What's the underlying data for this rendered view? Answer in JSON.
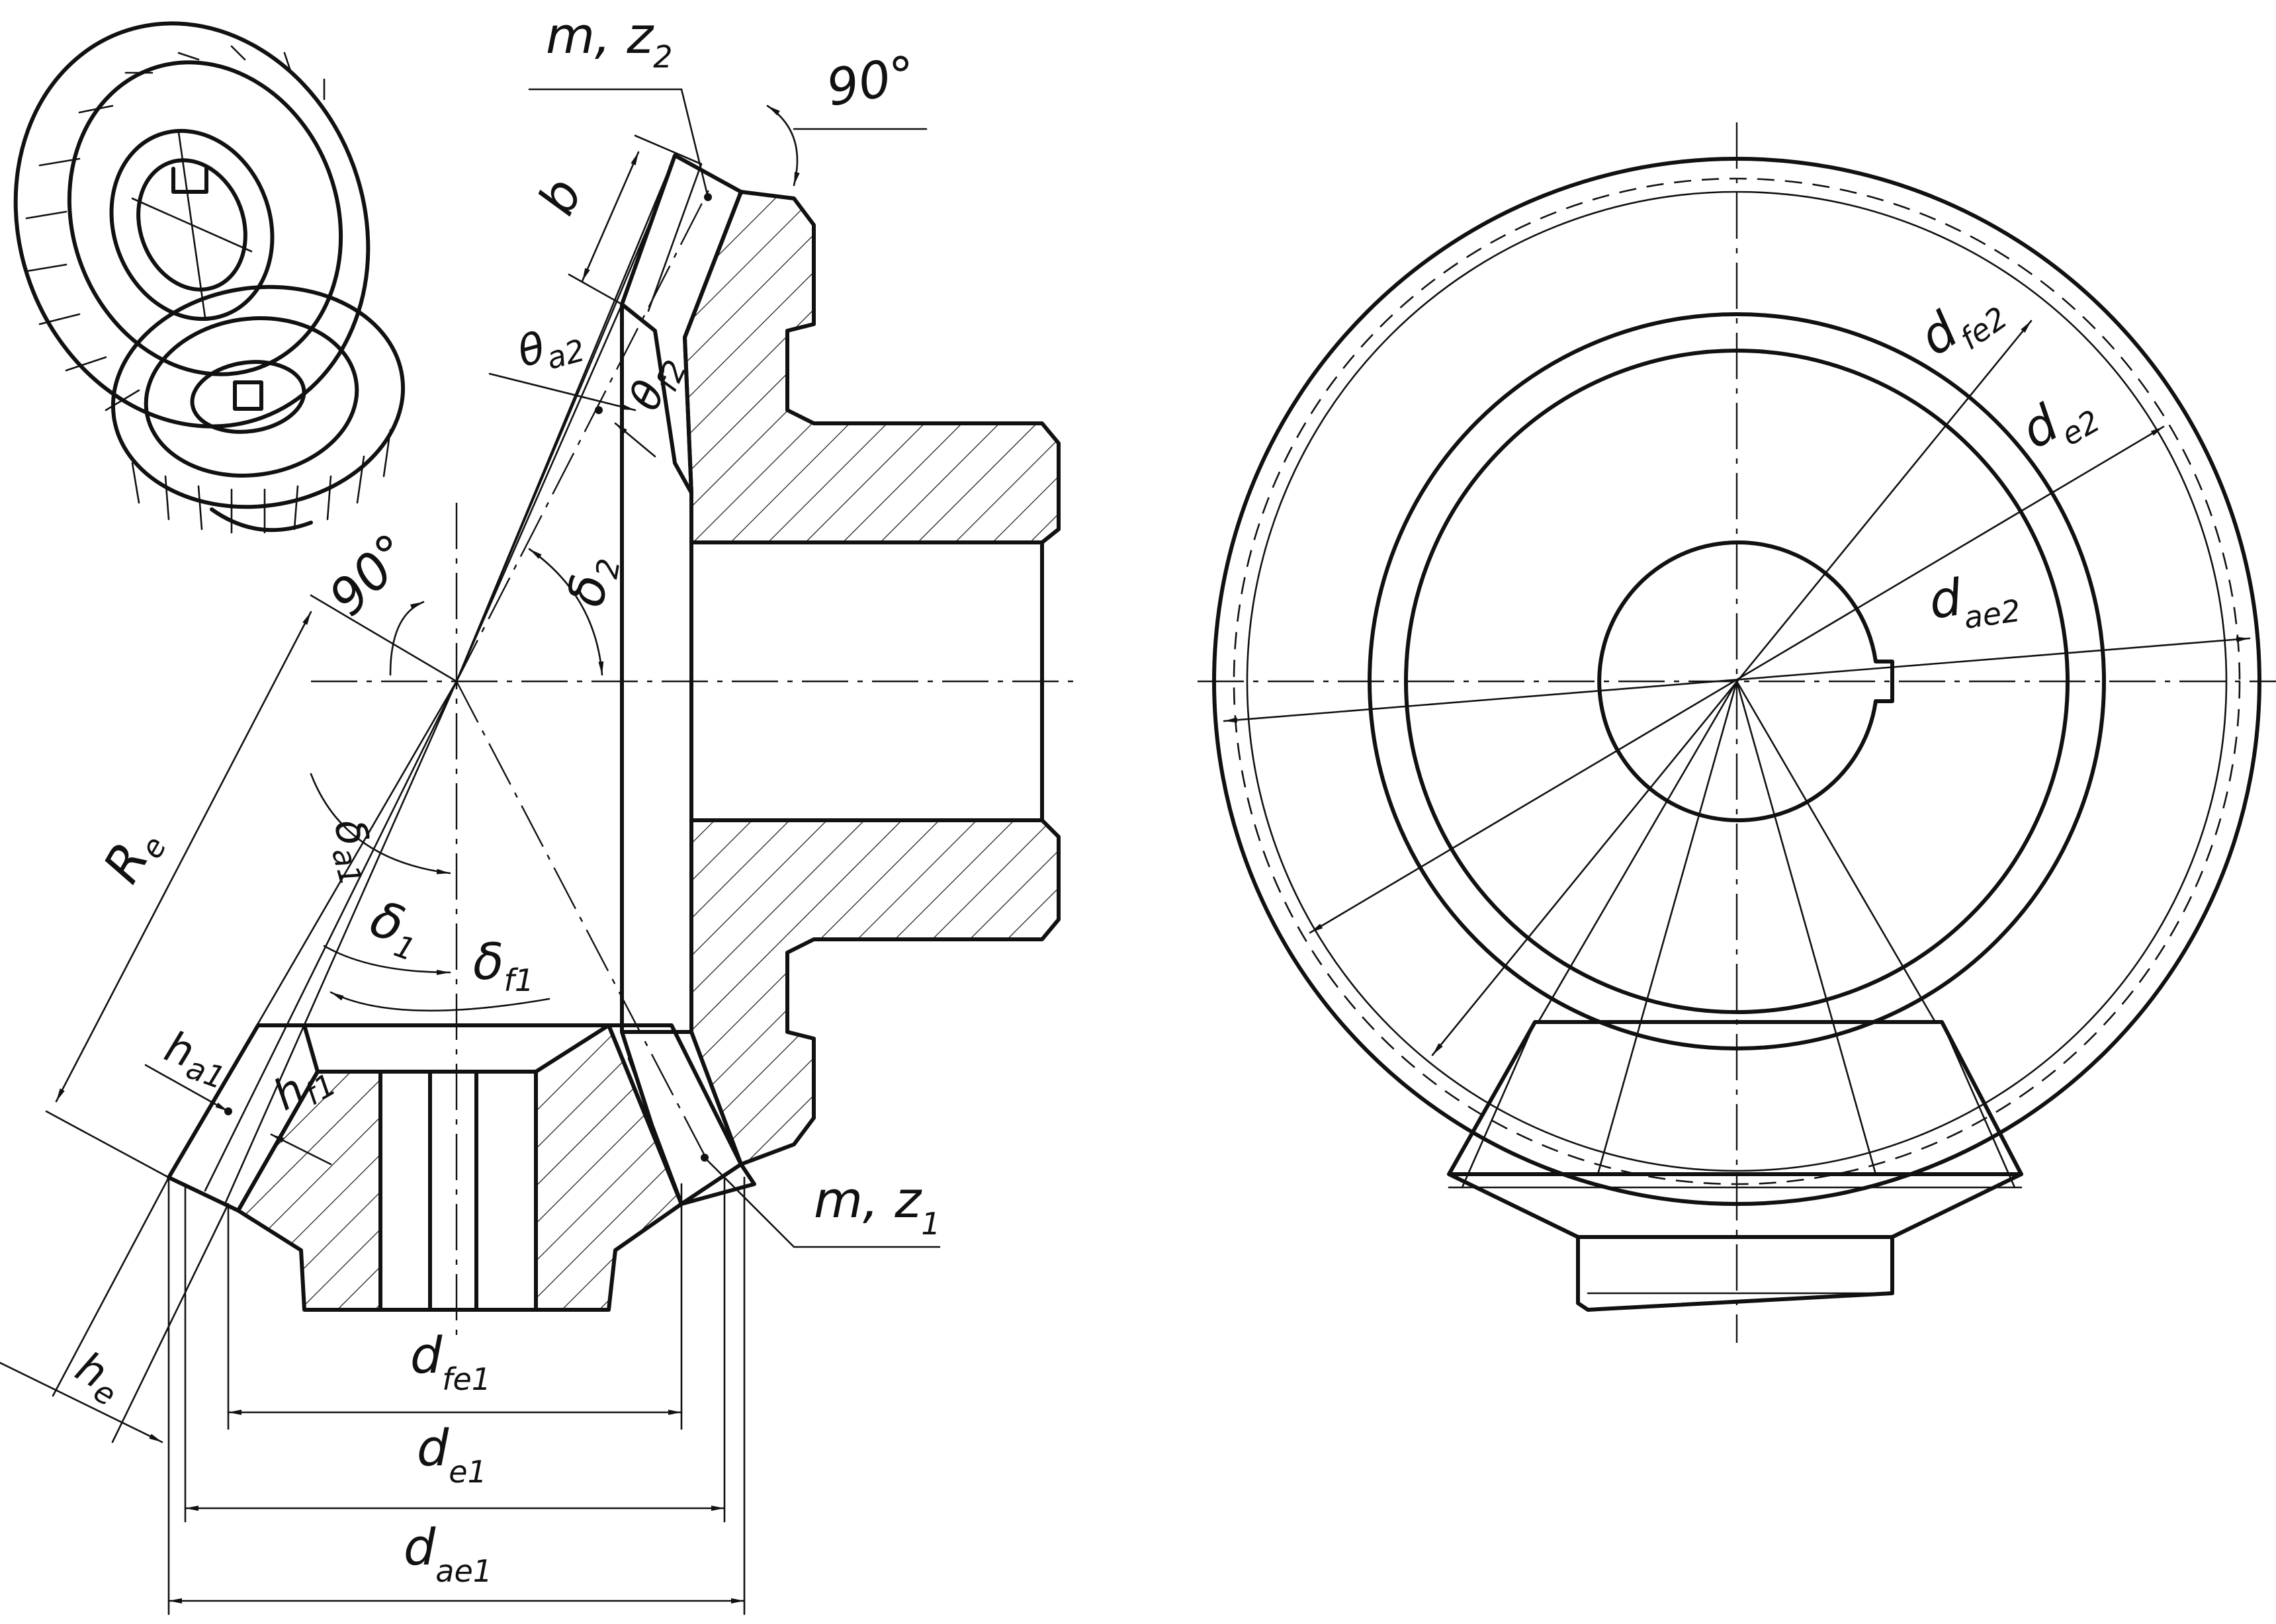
{
  "labels": {
    "m_z2": "m, z",
    "m_z2_sub": "2",
    "m_z1": "m, z",
    "m_z1_sub": "1",
    "angle_90_top": "90°",
    "angle_90_left": "90°",
    "b": "b",
    "theta_a2": "θ",
    "theta_a2_sub": "a2",
    "theta_f2": "θ",
    "theta_f2_sub": "f2",
    "delta_2": "δ",
    "delta_2_sub": "2",
    "delta_a1": "δ",
    "delta_a1_sub": "a1",
    "delta_1": "δ",
    "delta_1_sub": "1",
    "delta_f1": "δ",
    "delta_f1_sub": "f1",
    "R_e": "R",
    "R_e_sub": "e",
    "h_a1": "h",
    "h_a1_sub": "a1",
    "h_f1": "h",
    "h_f1_sub": "f1",
    "h_e": "h",
    "h_e_sub": "e",
    "d_fe1": "d",
    "d_fe1_sub": "fe1",
    "d_e1": "d",
    "d_e1_sub": "e1",
    "d_ae1": "d",
    "d_ae1_sub": "ae1",
    "d_fe2": "d",
    "d_fe2_sub": "fe2",
    "d_e2": "d",
    "d_e2_sub": "e2",
    "d_ae2": "d",
    "d_ae2_sub": "ae2"
  },
  "colors": {
    "line": "#111111",
    "background": "#ffffff"
  }
}
